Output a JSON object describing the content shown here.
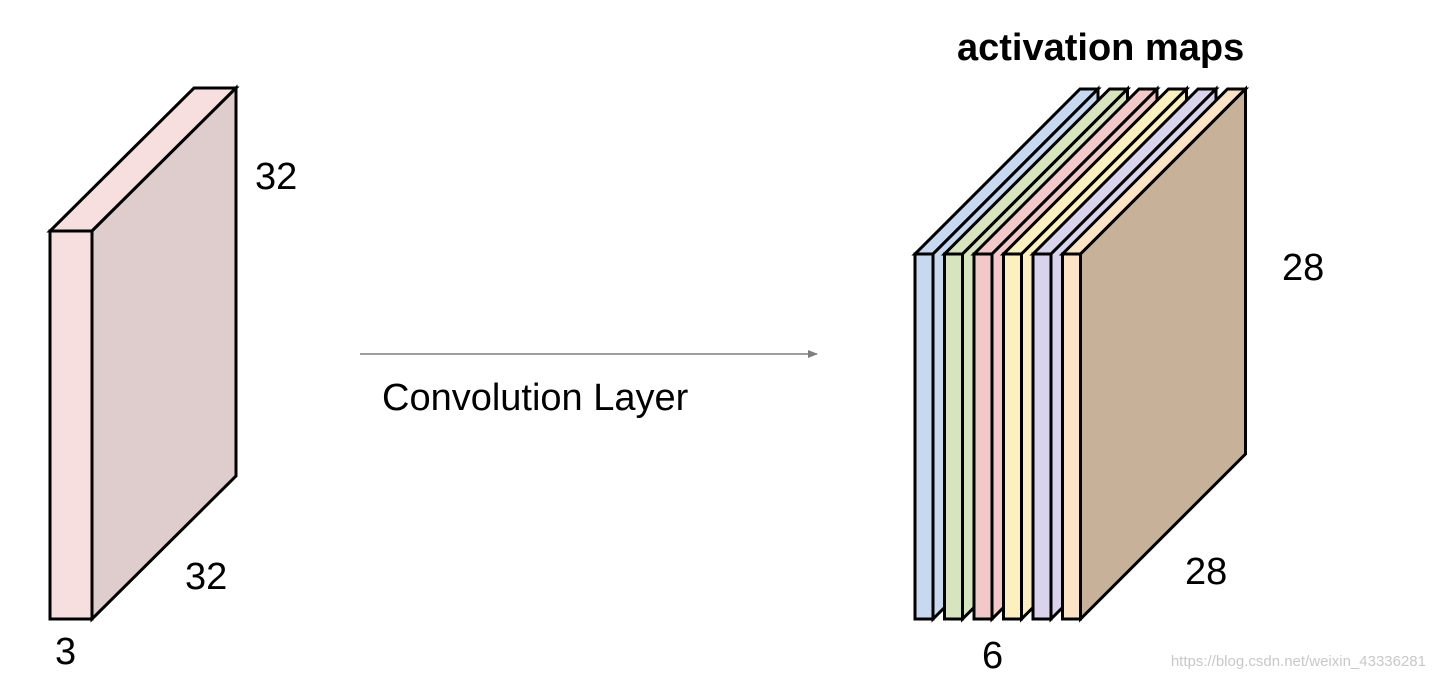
{
  "input_volume": {
    "height_label": "32",
    "width_label": "32",
    "depth_label": "3",
    "front_color": "#f7dfdf",
    "side_color": "#dfcccc"
  },
  "operation": {
    "label": "Convolution Layer",
    "arrow_color": "#7f7f7f"
  },
  "activation_maps": {
    "title": "activation maps",
    "height_label": "28",
    "width_label": "28",
    "count_label": "6",
    "map_colors": [
      "#c6d9f1",
      "#d7e4bd",
      "#f2c8c8",
      "#fdf0bf",
      "#d9d4ec",
      "#fde3c6"
    ],
    "side_color": "#c7b299"
  },
  "watermark": "https://blog.csdn.net/weixin_43336281"
}
